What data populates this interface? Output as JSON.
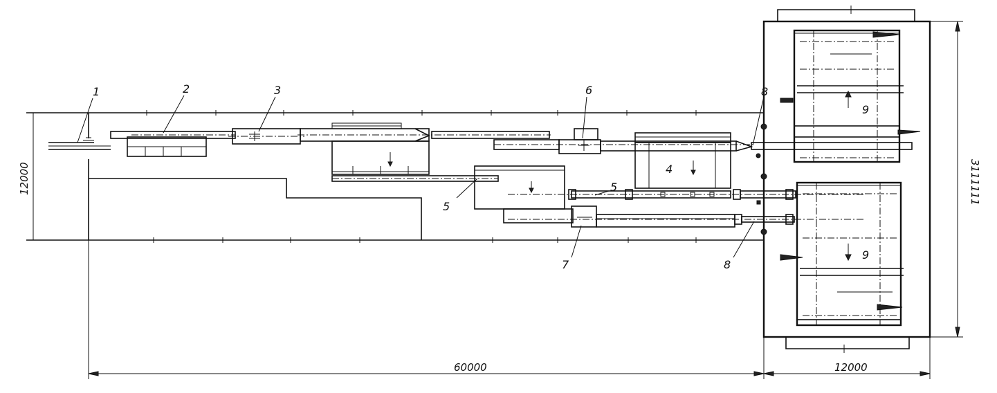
{
  "drawing": {
    "position_labels": {
      "p1": "1",
      "p2": "2",
      "p3": "3",
      "p4": "4",
      "p5a": "5",
      "p5b": "5",
      "p6": "6",
      "p7": "7",
      "p8a": "8",
      "p8b": "8",
      "p9a": "9",
      "p9b": "9"
    },
    "dimensions": {
      "total_length": "60000",
      "end_width": "12000",
      "bay_width": "12000",
      "right_height": "3111111"
    }
  }
}
